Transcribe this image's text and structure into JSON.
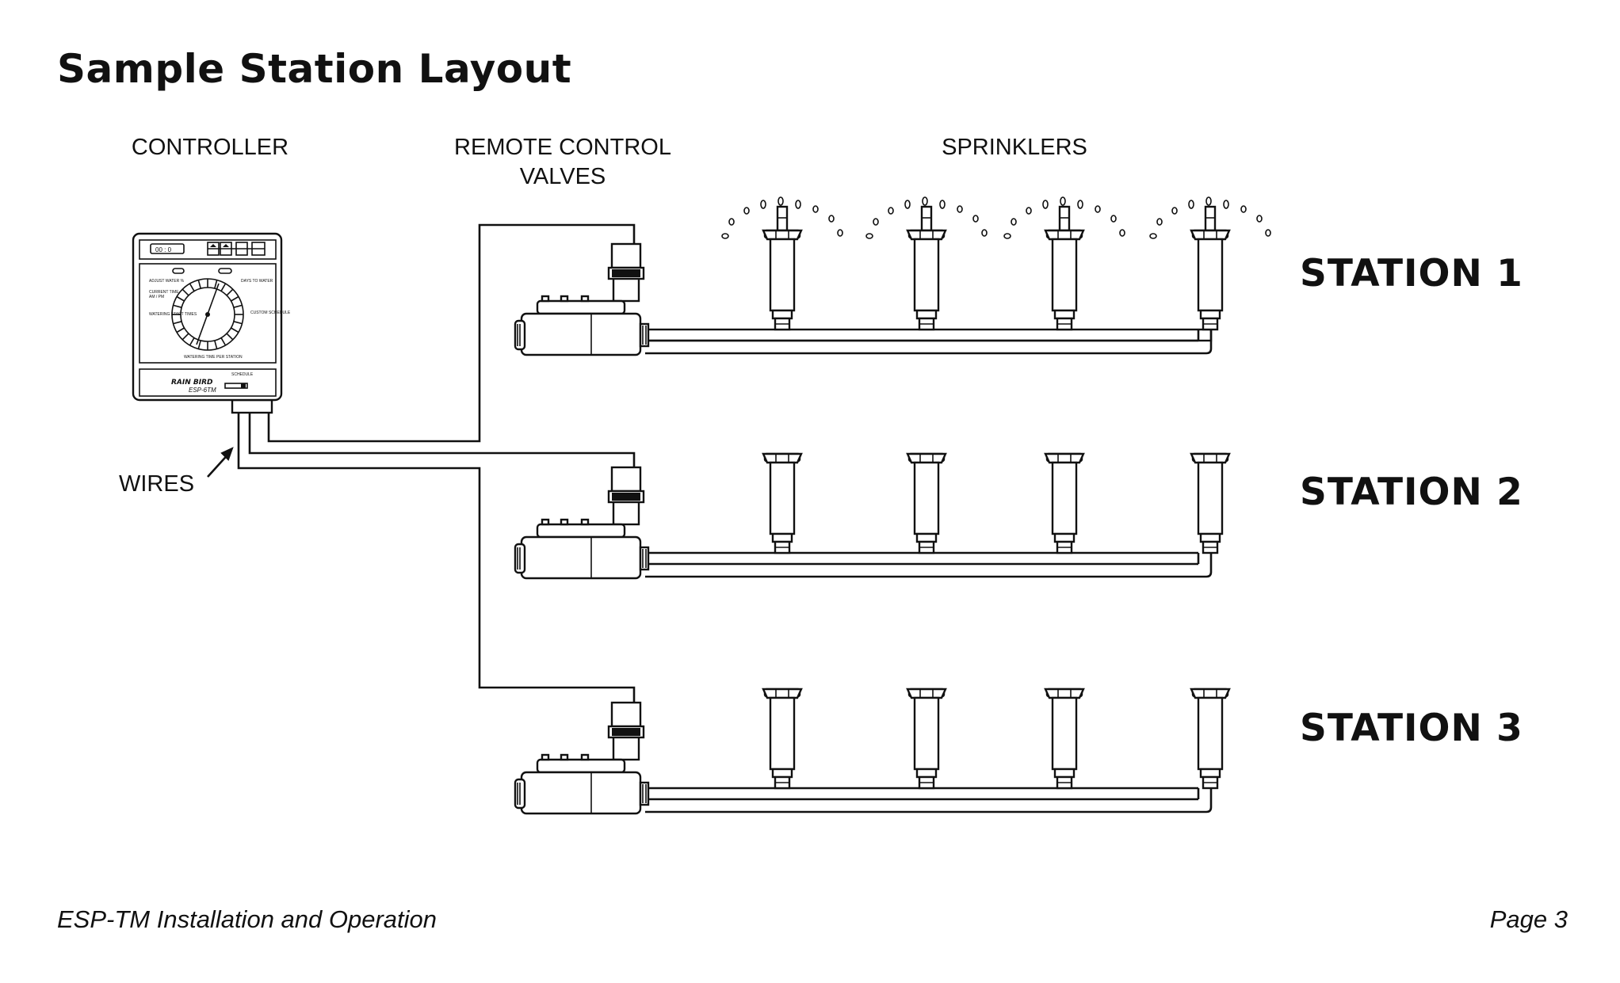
{
  "title": "Sample Station Layout",
  "labels": {
    "controller": "CONTROLLER",
    "valves_line1": "REMOTE CONTROL",
    "valves_line2": "VALVES",
    "sprinklers": "SPRINKLERS",
    "wires": "WIRES"
  },
  "stations": [
    "STATION 1",
    "STATION 2",
    "STATION 3"
  ],
  "controller_panel": {
    "brand": "RAIN BIRD",
    "model": "ESP-6TM",
    "display": "00 : 0",
    "schedule": "SCHEDULE",
    "dial_label": "WATERING TIME PER STATION",
    "left_labels": [
      "ADJUST WATER %",
      "CURRENT TIME",
      "AM / PM",
      "WATERING START TIMES"
    ],
    "right_labels": [
      "DAYS TO WATER",
      "CUSTOM SCHEDULE"
    ]
  },
  "footer": {
    "left": "ESP-TM Installation and Operation",
    "right": "Page 3"
  }
}
